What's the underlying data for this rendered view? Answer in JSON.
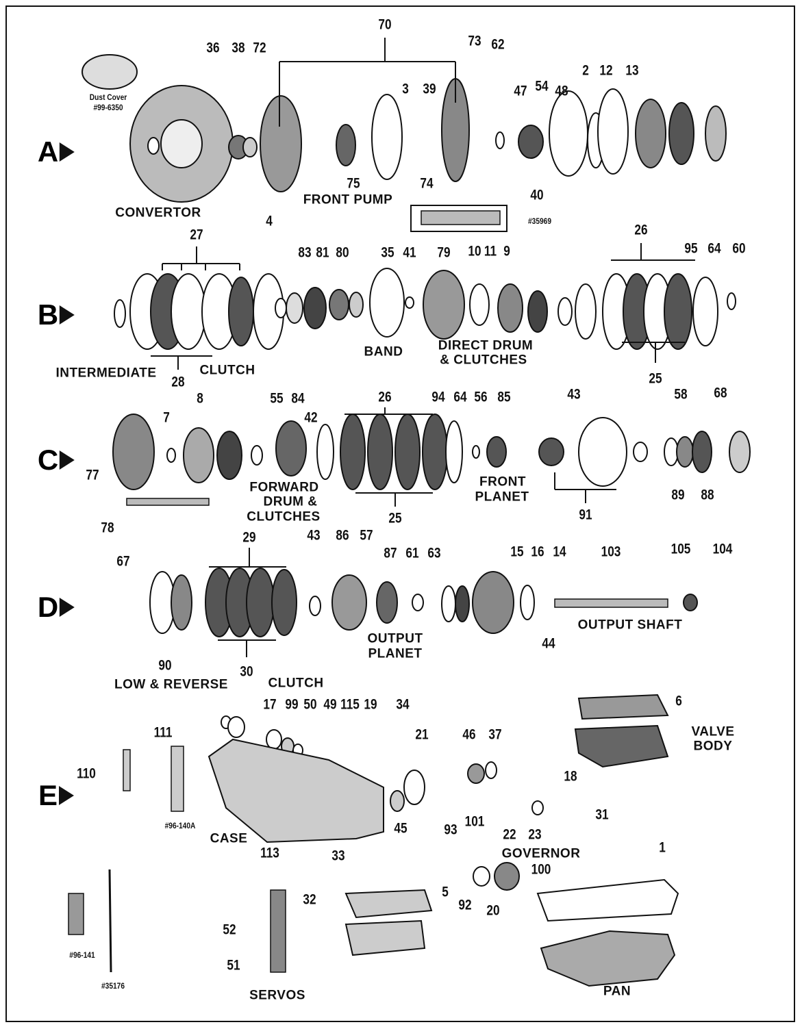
{
  "row_markers": [
    "A",
    "B",
    "C",
    "D",
    "E"
  ],
  "callouts": [
    "36",
    "38",
    "72",
    "70",
    "73",
    "62",
    "3",
    "39",
    "47",
    "54",
    "48",
    "2",
    "12",
    "13",
    "40",
    "75",
    "74",
    "4",
    "27",
    "83",
    "81",
    "80",
    "35",
    "41",
    "79",
    "10",
    "11",
    "9",
    "26",
    "95",
    "64",
    "60",
    "28",
    "25",
    "8",
    "7",
    "55",
    "84",
    "42",
    "26",
    "94",
    "64",
    "56",
    "85",
    "43",
    "58",
    "68",
    "77",
    "78",
    "25",
    "91",
    "89",
    "88",
    "29",
    "67",
    "43",
    "86",
    "57",
    "87",
    "61",
    "63",
    "15",
    "16",
    "14",
    "103",
    "105",
    "104",
    "44",
    "30",
    "90",
    "17",
    "99",
    "50",
    "49",
    "115",
    "19",
    "34",
    "6",
    "21",
    "46",
    "37",
    "111",
    "110",
    "18",
    "31",
    "101",
    "22",
    "23",
    "45",
    "113",
    "33",
    "93",
    "1",
    "100",
    "32",
    "5",
    "92",
    "20",
    "52",
    "51"
  ],
  "captions": {
    "convertor": "CONVERTOR",
    "front_pump": "FRONT PUMP",
    "band": "BAND",
    "direct_drum_1": "DIRECT DRUM",
    "direct_drum_2": "& CLUTCHES",
    "intermediate": "INTERMEDIATE",
    "clutch_b": "CLUTCH",
    "forward_1": "FORWARD",
    "forward_2": "DRUM &",
    "forward_3": "CLUTCHES",
    "front_planet_1": "FRONT",
    "front_planet_2": "PLANET",
    "output_shaft": "OUTPUT SHAFT",
    "output_planet_1": "OUTPUT",
    "output_planet_2": "PLANET",
    "low_reverse": "LOW & REVERSE",
    "clutch_d": "CLUTCH",
    "valve_body_1": "VALVE",
    "valve_body_2": "BODY",
    "case": "CASE",
    "governor": "GOVERNOR",
    "servos": "SERVOS",
    "pan": "PAN"
  },
  "part_numbers": {
    "dust_cover": "Dust Cover",
    "dust_cover_pn": "#99-6350",
    "shaft_pn": "#35969",
    "tube_pn": "#96-140A",
    "filter_pn": "#96-141",
    "rod_pn": "#35176"
  }
}
